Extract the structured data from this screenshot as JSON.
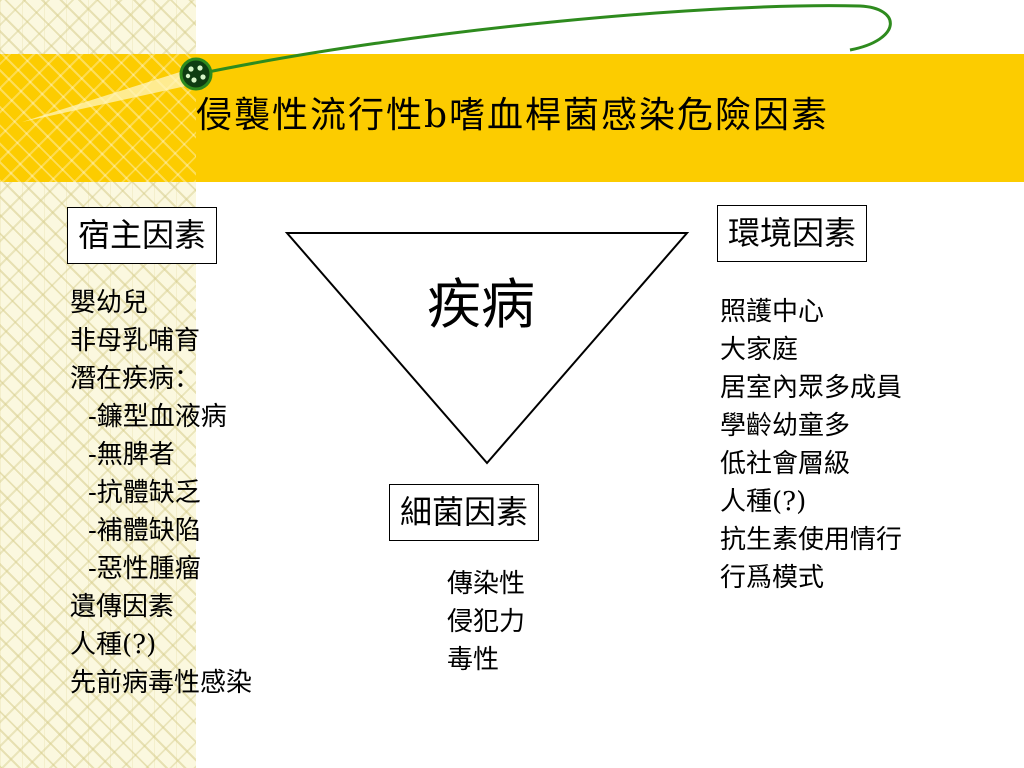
{
  "slide": {
    "title": "侵襲性流行性b嗜血桿菌感染危險因素",
    "center_label": "疾病"
  },
  "host": {
    "heading": "宿主因素",
    "items": [
      {
        "text": "嬰幼兒",
        "indent": false
      },
      {
        "text": "非母乳哺育",
        "indent": false
      },
      {
        "text": "潛在疾病：",
        "indent": false
      },
      {
        "text": "-鐮型血液病",
        "indent": true
      },
      {
        "text": "-無脾者",
        "indent": true
      },
      {
        "text": "-抗體缺乏",
        "indent": true
      },
      {
        "text": "-補體缺陷",
        "indent": true
      },
      {
        "text": "-惡性腫瘤",
        "indent": true
      },
      {
        "text": "遺傳因素",
        "indent": false
      },
      {
        "text": "人種(?)",
        "indent": false
      },
      {
        "text": "先前病毒性感染",
        "indent": false
      }
    ]
  },
  "environment": {
    "heading": "環境因素",
    "items": [
      "照護中心",
      "大家庭",
      "居室內眾多成員",
      "學齡幼童多",
      "低社會層級",
      "人種(?)",
      "抗生素使用情行",
      "行爲模式"
    ]
  },
  "bacteria": {
    "heading": "細菌因素",
    "items": [
      "傳染性",
      "侵犯力",
      "毒性"
    ]
  },
  "colors": {
    "title_band": "#fccc00",
    "swoosh": "#2e8b1e",
    "pattern": "#fbf8df"
  }
}
